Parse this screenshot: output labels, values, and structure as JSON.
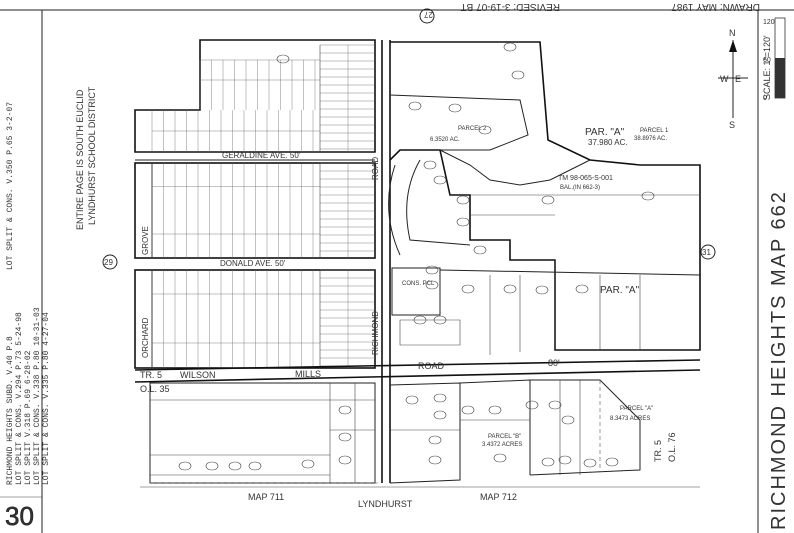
{
  "header": {
    "drawn": "DRAWN: MAY 1987",
    "revised": "REVISED: 3-19-07 BT"
  },
  "page_number": "30",
  "ref_circles": {
    "top": "27",
    "left": "29",
    "right": "31"
  },
  "left_notes": [
    "RICHMOND HEIGHTS SUBD. V.40 P.8",
    "LOT SPLIT & CONS. V.294 P.73 5-24-98",
    "LOT SPLIT V.318 P.69 6-28-02",
    "LOT SPLIT & CONS. V.338 P.80 10-31-03",
    "LOT SPLIT & CONS. V.335 P.80 4-27-04"
  ],
  "left_note_extra": "LOT SPLIT & CONS. V.350 P.65 3-2-07",
  "district_note": [
    "ENTIRE PAGE IS SOUTH EUCLID",
    "LYNDHURST SCHOOL DISTRICT"
  ],
  "title": "RICHMOND HEIGHTS MAP 662",
  "scale_label": "SCALE: 1\"=120'",
  "scale_ticks": [
    "0",
    "60",
    "120"
  ],
  "compass": {
    "n": "N",
    "s": "S",
    "e": "E",
    "w": "W"
  },
  "streets": {
    "geraldine": "GERALDINE AVE. 50'",
    "donald": "DONALD AVE. 50'",
    "wilson": "WILSON",
    "mills": "MILLS",
    "road": "ROAD",
    "road80": "80'",
    "richmond": "RICHMOND",
    "road_v": "ROAD",
    "grove": "GROVE",
    "orchard": "ORCHARD"
  },
  "parcels": {
    "par_a": "PAR. \"A\"",
    "par_a_area": "37.980 AC.",
    "parcel_1": "PARCEL 1",
    "parcel_1_area": "38.8976 AC.",
    "tm": "TM 98-065-S-001",
    "parcel_2": "PARCEL 2",
    "parcel_2_area": "6.3520 AC.",
    "parcel_a2": "PARCEL \"A\"",
    "parcel_a2_area": "8.3473 ACRES",
    "parcel_b": "PARCEL \"B\"",
    "parcel_b_area": "3.4372 ACRES",
    "cons_pcl": "CONS. PCL",
    "bal": "BAL.(IN 662-3)"
  },
  "tracts": {
    "left": [
      "TR. 5",
      "O.L. 35"
    ],
    "right": [
      "TR. 5",
      "O.L. 76"
    ]
  },
  "bottom_labels": {
    "map711": "MAP 711",
    "lyndhurst": "LYNDHURST",
    "map712": "MAP 712"
  }
}
